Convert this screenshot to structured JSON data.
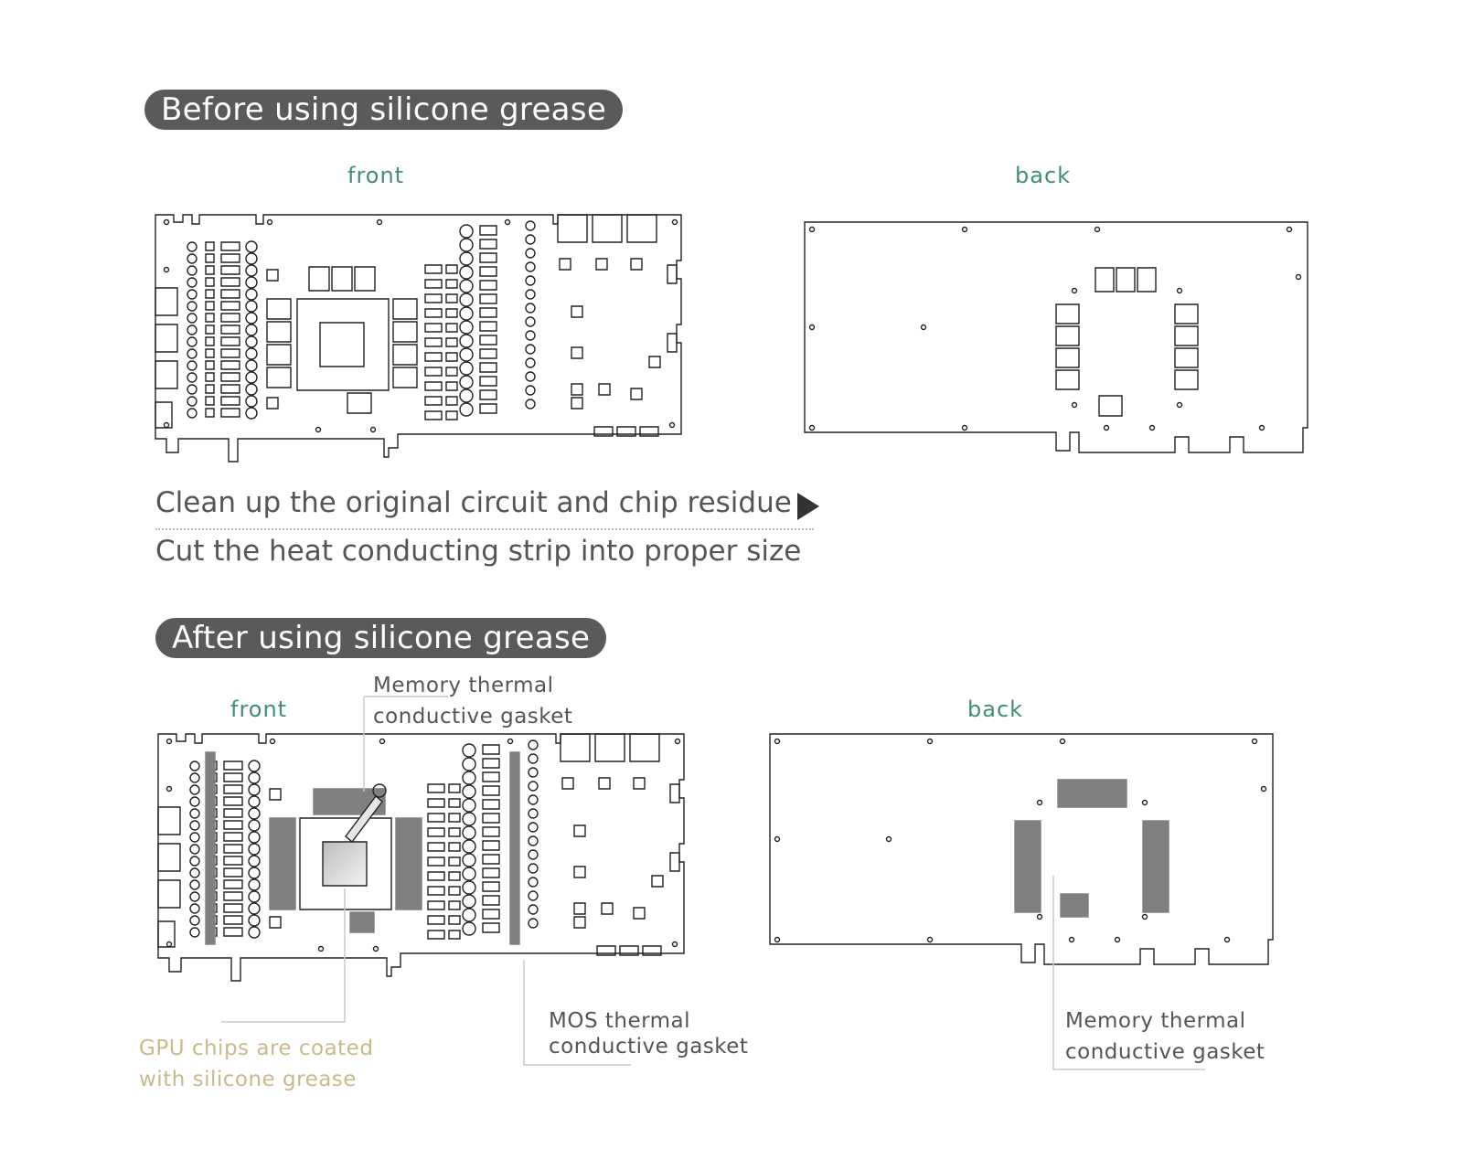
{
  "before": {
    "title": "Before using silicone grease",
    "front_label": "front",
    "back_label": "back",
    "caption_1": "Clean up the original circuit and chip residue",
    "caption_2": "Cut the heat conducting strip into proper size"
  },
  "after": {
    "title": "After using silicone grease",
    "front_label": "front",
    "back_label": "back",
    "memory_note_front": [
      "Memory thermal",
      "conductive gasket"
    ],
    "mos_note": [
      "MOS thermal",
      "conductive gasket"
    ],
    "gpu_note": [
      "GPU chips are coated",
      "with silicone grease"
    ],
    "memory_note_back": [
      "Memory thermal",
      "conductive gasket"
    ]
  },
  "colors": {
    "pill_bg": "#5a5a5a",
    "view_label": "#3f8f73",
    "gasket_fill": "#808080",
    "gold_note": "#c9b98a"
  }
}
